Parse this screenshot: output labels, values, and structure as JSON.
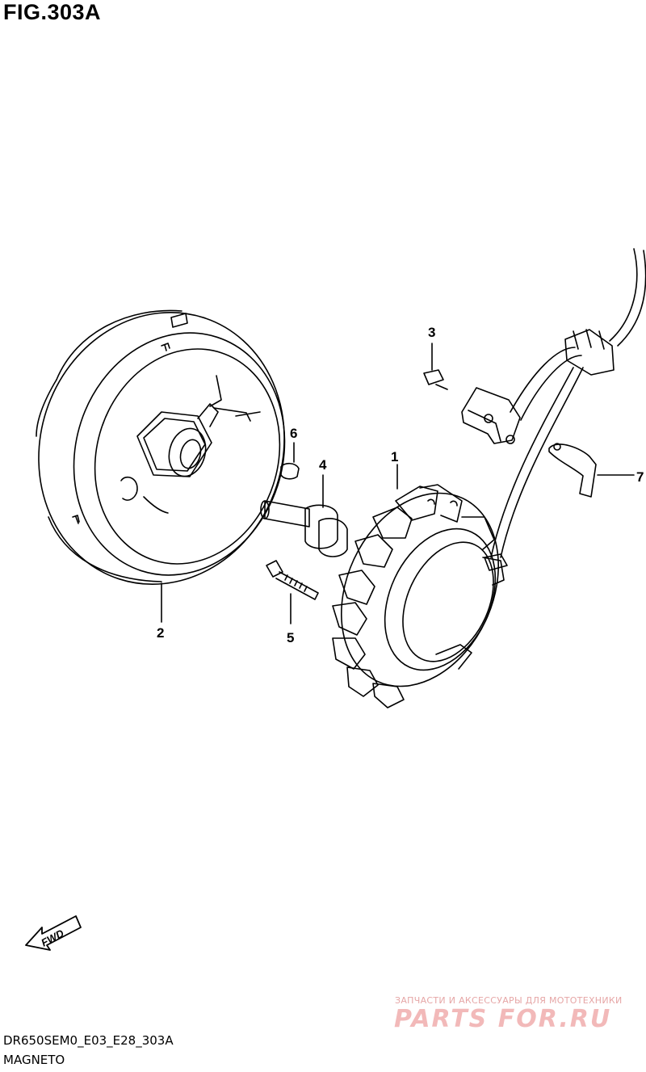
{
  "figure": {
    "title": "FIG.303A",
    "diagram_code": "DR650SEM0_E03_E28_303A",
    "section_name": "MAGNETO"
  },
  "callouts": [
    {
      "id": "1",
      "label": "1"
    },
    {
      "id": "2",
      "label": "2"
    },
    {
      "id": "3",
      "label": "3"
    },
    {
      "id": "4",
      "label": "4"
    },
    {
      "id": "5",
      "label": "5"
    },
    {
      "id": "6",
      "label": "6"
    },
    {
      "id": "7",
      "label": "7"
    }
  ],
  "fwd_indicator": {
    "label": "FWD",
    "icon": "fwd-arrow-icon"
  },
  "watermark": {
    "tagline": "ЗАПЧАСТИ И АКСЕССУАРЫ ДЛЯ МОТОТЕХНИКИ",
    "brand": "PARTS FOR.RU"
  }
}
